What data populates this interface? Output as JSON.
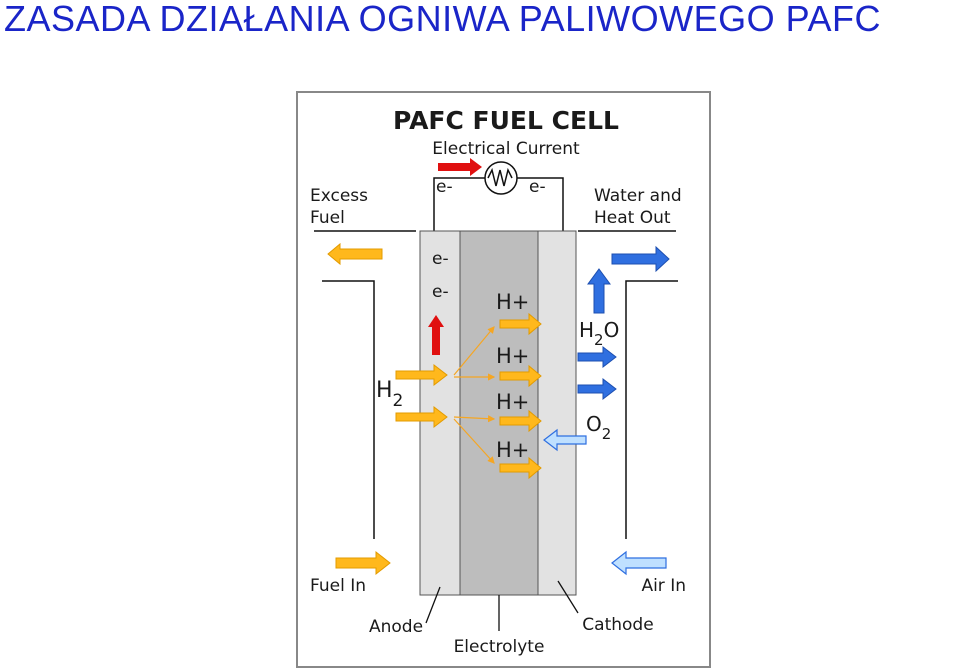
{
  "slide_title": "ZASADA DZIAŁANIA OGNIWA PALIWOWEGO  PAFC",
  "diagram": {
    "title": "PAFC FUEL CELL",
    "electrical_current": "Electrical Current",
    "electron_left": "e-",
    "electron_right": "e-",
    "excess_fuel_line1": "Excess",
    "excess_fuel_line2": "Fuel",
    "water_heat_line1": "Water and",
    "water_heat_line2": "Heat Out",
    "anode_electron_1": "e-",
    "anode_electron_2": "e-",
    "h2_symbol": "H",
    "h2_subscript": "2",
    "proton_labels": [
      "H+",
      "H+",
      "H+",
      "H+"
    ],
    "h2o_symbol_h": "H",
    "h2o_subscript": "2",
    "h2o_symbol_o": "O",
    "o2_symbol": "O",
    "o2_subscript": "2",
    "fuel_in": "Fuel In",
    "air_in": "Air In",
    "anode": "Anode",
    "electrolyte": "Electrolyte",
    "cathode": "Cathode",
    "colors": {
      "title_blue": "#1a25c8",
      "fuel_orange": "#ffb81c",
      "water_blue": "#2f6fe0",
      "air_light_blue": "#bfe0ff",
      "electron_red": "#e01010",
      "electrode_gray": "#e2e2e2",
      "electrolyte_gray": "#bdbdbd"
    }
  }
}
